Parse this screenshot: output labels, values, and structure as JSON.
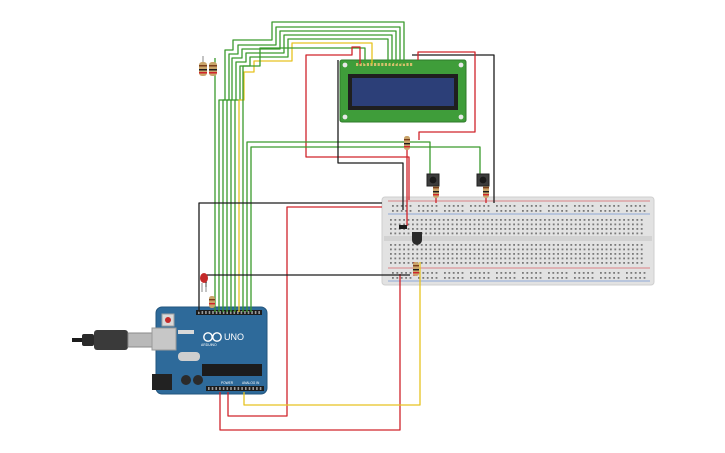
{
  "colors": {
    "background": "#ffffff",
    "wire_green": "#3a9a2c",
    "wire_red": "#d0242b",
    "wire_black": "#1c1c1c",
    "wire_yellow": "#e6c220",
    "wire_gray": "#8a8a8a",
    "arduino_board": "#2e6a9a",
    "lcd_pcb": "#3f9d3a",
    "lcd_screen": "#2c3f78",
    "breadboard": "#e2e2e2",
    "resistor_body": "#c9a46a",
    "led_red": "#c42a2a"
  },
  "arduino": {
    "model_label": "UNO",
    "brand_label": "ARDUINO",
    "power_label": "POWER",
    "analog_label": "ANALOG IN"
  },
  "components": {
    "usb_cable-icon": "usb-cable-icon",
    "lcd": "lcd-16x2-icon",
    "breadboard": "breadboard-icon",
    "pushbutton": "pushbutton-icon",
    "resistor": "resistor-icon",
    "led": "led-icon",
    "transistor": "transistor-icon"
  }
}
